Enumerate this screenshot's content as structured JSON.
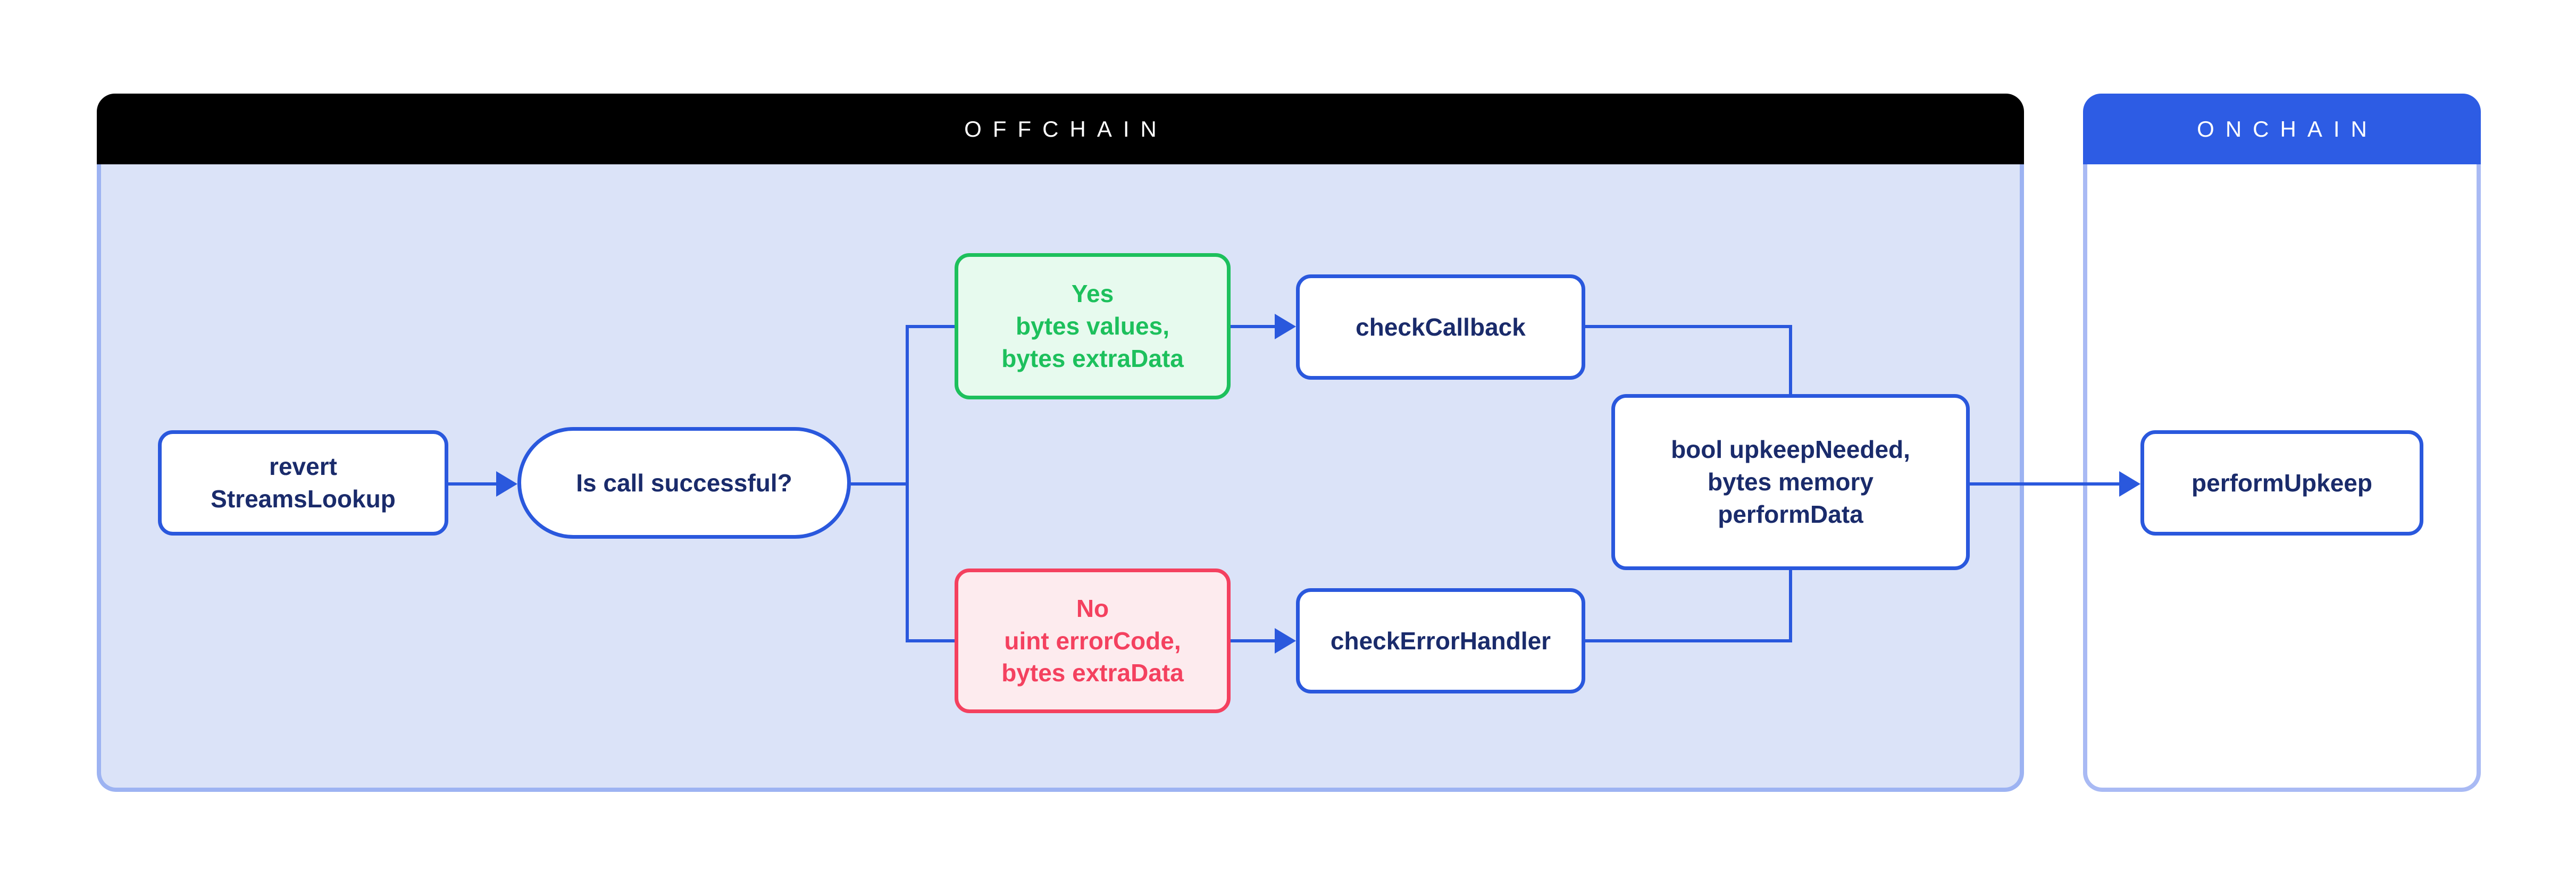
{
  "panels": {
    "offchain": {
      "title": "OFFCHAIN"
    },
    "onchain": {
      "title": "ONCHAIN"
    }
  },
  "nodes": {
    "revert": {
      "label": "revert\nStreamsLookup"
    },
    "decision": {
      "label": "Is call successful?"
    },
    "yes_branch": {
      "label": "Yes\nbytes values,\nbytes extraData"
    },
    "no_branch": {
      "label": "No\nuint errorCode,\nbytes extraData"
    },
    "check_callback": {
      "label": "checkCallback"
    },
    "check_error_handler": {
      "label": "checkErrorHandler"
    },
    "result": {
      "label": "bool upkeepNeeded,\nbytes memory\nperformData"
    },
    "perform_upkeep": {
      "label": "performUpkeep"
    }
  },
  "colors": {
    "accent_blue": "#2a58dd",
    "header_offchain_bg": "#000000",
    "header_onchain_bg": "#2d5ce4",
    "offchain_body_bg": "#dbe3f8",
    "panel_border": "#9db3f2",
    "node_text_navy": "#1a2b6b",
    "yes_green": "#1dc05c",
    "yes_green_bg": "#e7faee",
    "no_red": "#f4415f",
    "no_red_bg": "#fdebee"
  }
}
